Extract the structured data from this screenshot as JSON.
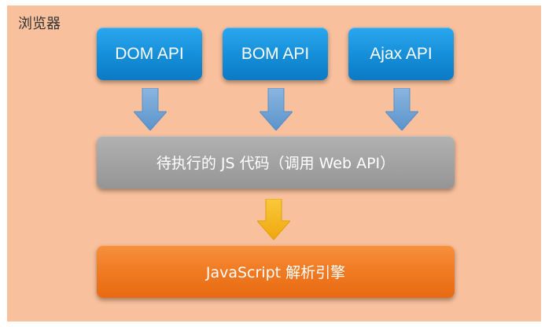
{
  "panel": {
    "title": "浏览器",
    "background_color": "#F8C09C"
  },
  "apis": [
    {
      "label": "DOM API"
    },
    {
      "label": "BOM API"
    },
    {
      "label": "Ajax API"
    }
  ],
  "code_box": {
    "label": "待执行的 JS 代码（调用 Web API）"
  },
  "engine_box": {
    "label": "JavaScript 解析引擎"
  },
  "colors": {
    "api_box": "#1690DA",
    "code_box": "#A3A3A3",
    "engine_box": "#F07A22",
    "blue_arrow": "#6FA6D8",
    "yellow_arrow": "#F5B418"
  }
}
